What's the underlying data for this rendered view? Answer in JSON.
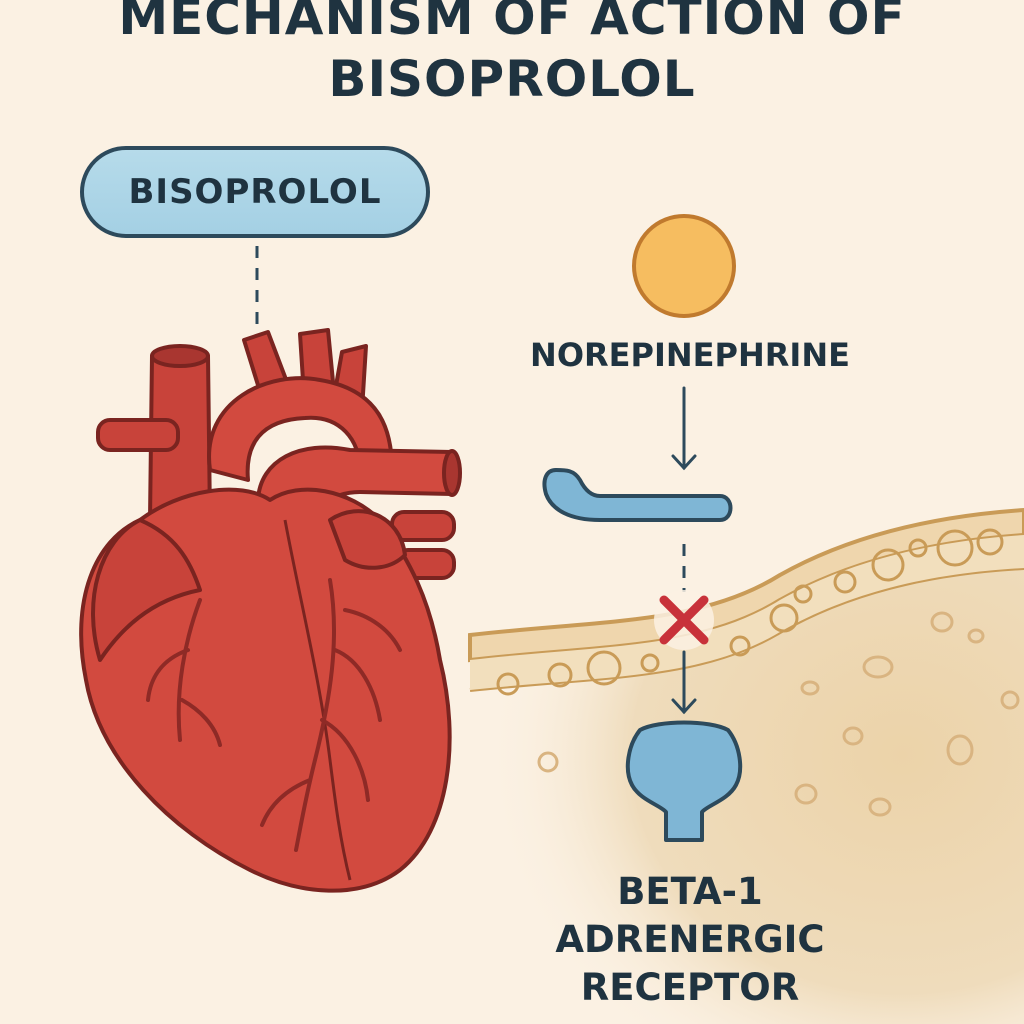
{
  "title": {
    "line1": "MECHANISM OF ACTION OF",
    "line2": "BISOPROLOL"
  },
  "drug": {
    "label": "BISOPROLOL"
  },
  "ligand": {
    "label": "NOREPINEPHRINE"
  },
  "receptor": {
    "line1": "BETA-1",
    "line2": "ADRENERGIC",
    "line3": "RECEPTOR"
  },
  "colors": {
    "background": "#fbf1e3",
    "heart": "#d24a3f",
    "outline": "#7a2420",
    "drug_pill": "#a8d3e6",
    "norepinephrine": "#f6bd60",
    "receptor": "#7fb6d5",
    "block_mark": "#c8323a",
    "membrane": "#e9c99a",
    "text": "#1f3340"
  },
  "icons": {
    "heart": "heart-illustration",
    "block": "x-mark-icon",
    "arrow": "arrow-down-icon"
  }
}
